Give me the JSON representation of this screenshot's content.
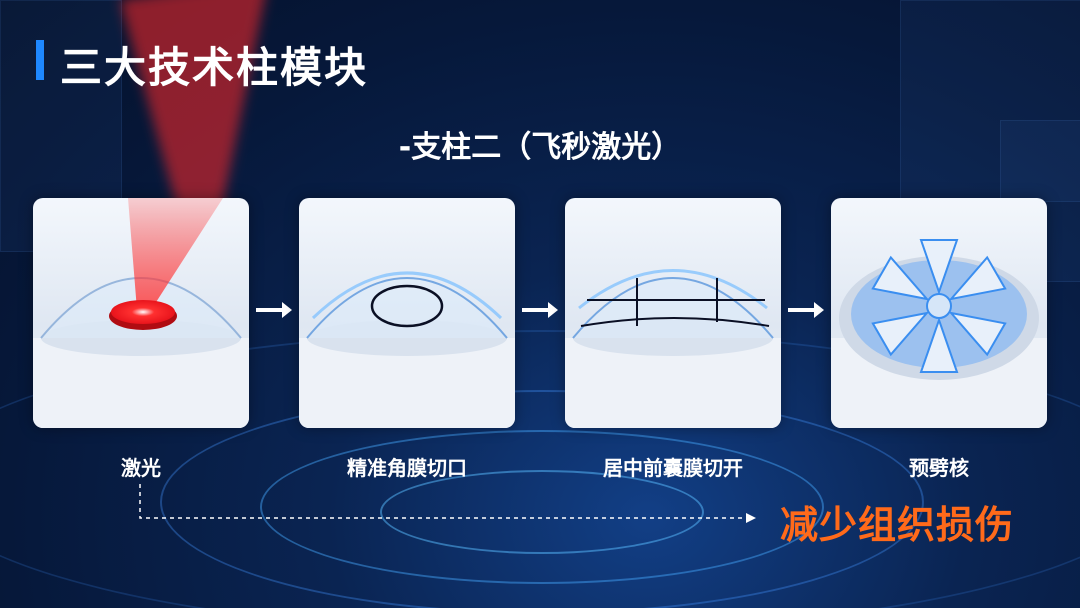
{
  "slide": {
    "title": "三大技术柱模块",
    "subtitle": "-支柱二（飞秒激光）"
  },
  "steps": [
    {
      "label": "激光"
    },
    {
      "label": "精准角膜切口"
    },
    {
      "label": "居中前囊膜切开"
    },
    {
      "label": "预劈核"
    }
  ],
  "outcome": "减少组织损伤",
  "colors": {
    "accent_blue": "#1e88ff",
    "outcome_orange": "#ff6a1a",
    "laser_red": "#e8141c",
    "background_dark": "#06183a"
  }
}
